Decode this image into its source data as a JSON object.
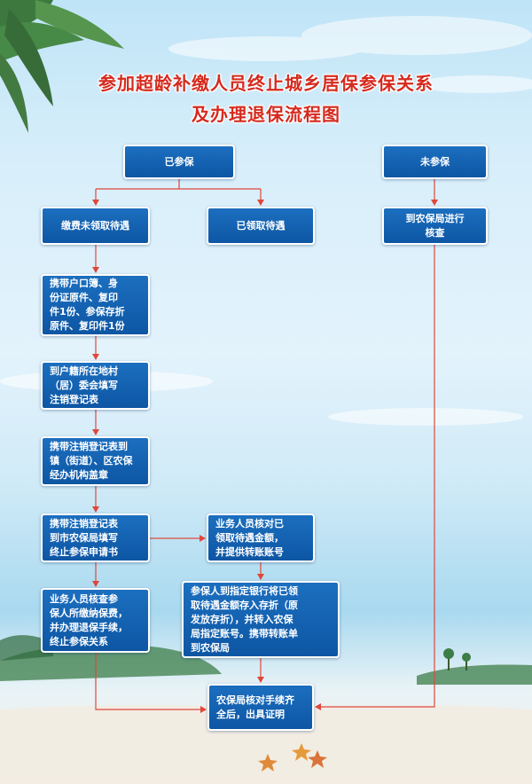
{
  "title": {
    "line1": "参加超龄补缴人员终止城乡居保参保关系",
    "line2": "及办理退保流程图"
  },
  "nodes": {
    "enrolled": "已参保",
    "not_enrolled": "未参保",
    "paid_not_receiving": "缴费未领取待遇",
    "receiving": "已领取待遇",
    "go_bureau_verify": "到农保局进行\n核查",
    "bring_documents": "携带户口簿、身\n份证原件、复印\n件1份、参保存折\n原件、复印件1份",
    "village_register": "到户籍所在地村\n（居）委会填写\n注销登记表",
    "town_stamp": "携带注销登记表到\n镇（街道）、区农保\n经办机构盖章",
    "city_application": "携带注销登记表\n到市农保局填写\n终止参保申请书",
    "verify_amount": "业务人员核对已\n领取待遇金额，\n并提供转账账号",
    "review_terminate": "业务人员核查参\n保人所缴纳保费，\n并办理退保手续，\n终止参保关系",
    "bank_transfer": "参保人到指定银行将已领\n取待遇金额存入存折（原\n发放存折），并转入农保\n局指定账号。携带转账单\n到农保局",
    "issue_certificate": "农保局核对手续齐\n全后，出具证明"
  },
  "colors": {
    "box_fill": "#0d56a4",
    "line": "#e0473b",
    "title": "#d62a1e"
  }
}
